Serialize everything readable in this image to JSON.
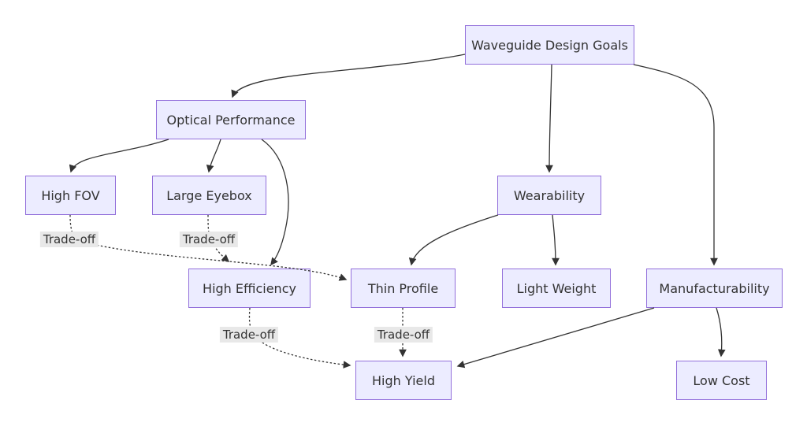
{
  "diagram": {
    "type": "flowchart",
    "direction": "top-down",
    "nodes": {
      "waveguide_design_goals": {
        "label": "Waveguide Design Goals"
      },
      "optical_performance": {
        "label": "Optical Performance"
      },
      "high_fov": {
        "label": "High FOV"
      },
      "large_eyebox": {
        "label": "Large Eyebox"
      },
      "wearability": {
        "label": "Wearability"
      },
      "high_efficiency": {
        "label": "High Efficiency"
      },
      "thin_profile": {
        "label": "Thin Profile"
      },
      "light_weight": {
        "label": "Light Weight"
      },
      "manufacturability": {
        "label": "Manufacturability"
      },
      "high_yield": {
        "label": "High Yield"
      },
      "low_cost": {
        "label": "Low Cost"
      }
    },
    "edges": [
      {
        "from": "waveguide_design_goals",
        "to": "optical_performance",
        "style": "solid",
        "label": ""
      },
      {
        "from": "waveguide_design_goals",
        "to": "wearability",
        "style": "solid",
        "label": ""
      },
      {
        "from": "waveguide_design_goals",
        "to": "manufacturability",
        "style": "solid",
        "label": ""
      },
      {
        "from": "optical_performance",
        "to": "high_fov",
        "style": "solid",
        "label": ""
      },
      {
        "from": "optical_performance",
        "to": "large_eyebox",
        "style": "solid",
        "label": ""
      },
      {
        "from": "optical_performance",
        "to": "high_efficiency",
        "style": "solid",
        "label": ""
      },
      {
        "from": "wearability",
        "to": "thin_profile",
        "style": "solid",
        "label": ""
      },
      {
        "from": "wearability",
        "to": "light_weight",
        "style": "solid",
        "label": ""
      },
      {
        "from": "manufacturability",
        "to": "high_yield",
        "style": "solid",
        "label": ""
      },
      {
        "from": "manufacturability",
        "to": "low_cost",
        "style": "solid",
        "label": ""
      },
      {
        "from": "high_fov",
        "to": "thin_profile",
        "style": "dashed",
        "label": "Trade-off"
      },
      {
        "from": "large_eyebox",
        "to": "high_efficiency",
        "style": "dashed",
        "label": "Trade-off"
      },
      {
        "from": "high_efficiency",
        "to": "high_yield",
        "style": "dashed",
        "label": "Trade-off"
      },
      {
        "from": "thin_profile",
        "to": "high_yield",
        "style": "dashed",
        "label": "Trade-off"
      }
    ],
    "colors": {
      "node_fill": "#ECECFF",
      "node_border": "#9370DB",
      "edge_stroke": "#333333",
      "edge_label_bg": "#e8e8e8",
      "text": "#333333",
      "background": "#ffffff"
    }
  }
}
